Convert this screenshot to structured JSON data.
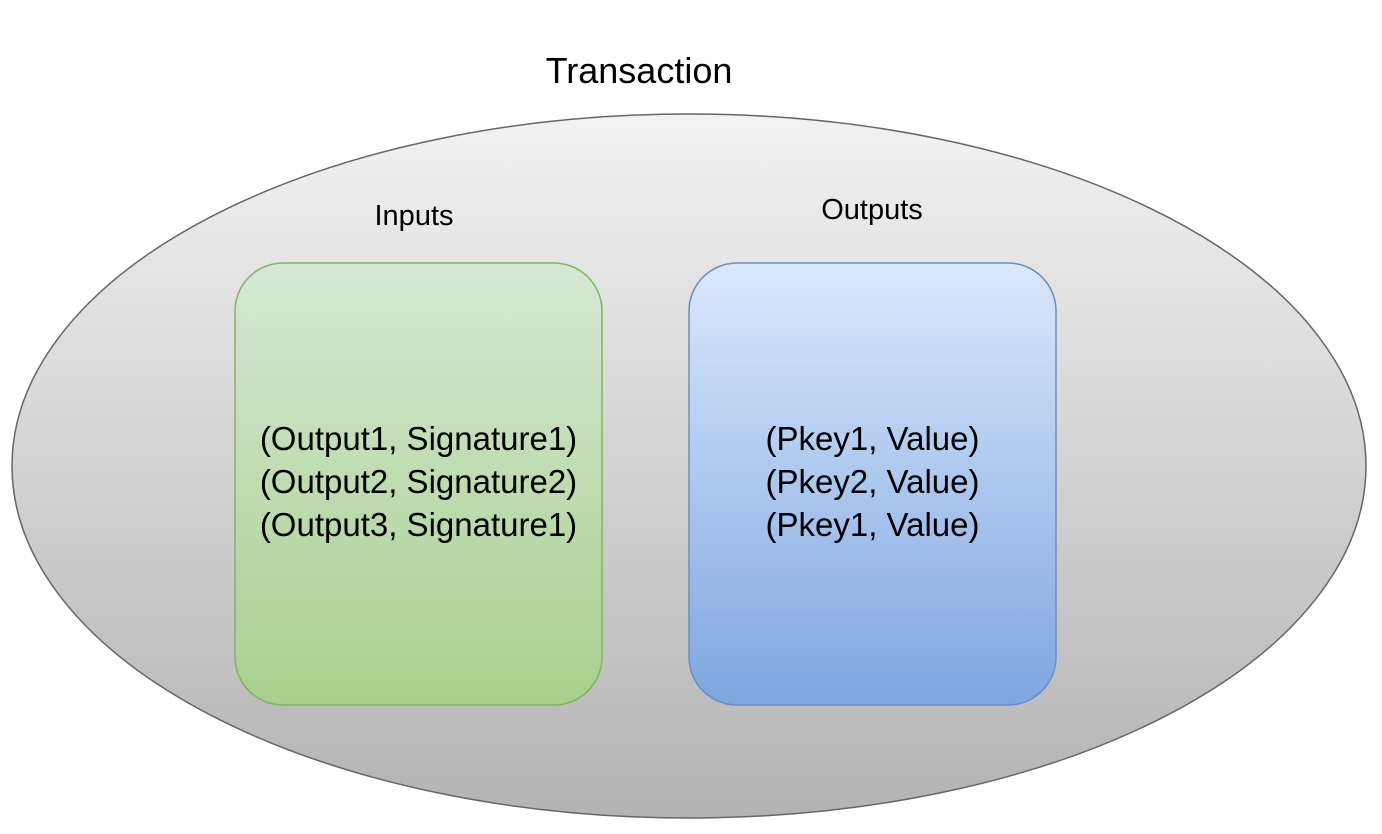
{
  "diagram": {
    "title": "Transaction",
    "inputs": {
      "header": "Inputs",
      "entries": [
        "(Output1, Signature1)",
        "(Output2, Signature2)",
        "(Output3, Signature1)"
      ]
    },
    "outputs": {
      "header": "Outputs",
      "entries": [
        "(Pkey1, Value)",
        "(Pkey2, Value)",
        "(Pkey1, Value)"
      ]
    }
  },
  "colors": {
    "transaction_fill_top": "#f2f2f2",
    "transaction_fill_bottom": "#b3b3b3",
    "transaction_stroke": "#666666",
    "inputs_fill_top": "#d5e8d4",
    "inputs_fill_bottom": "#a8d08d",
    "inputs_stroke": "#82b366",
    "outputs_fill_top": "#dae8fc",
    "outputs_fill_bottom": "#7ea6e0",
    "outputs_stroke": "#6c8ebf",
    "text": "#000000"
  }
}
